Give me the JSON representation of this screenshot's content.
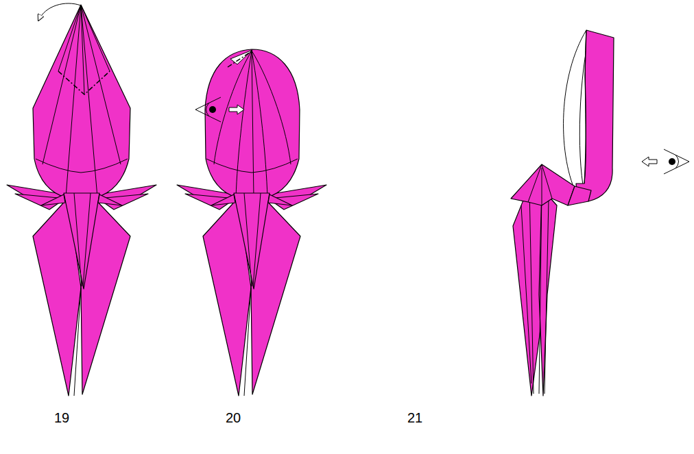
{
  "diagram": {
    "labels": [
      "19",
      "20",
      "21"
    ]
  }
}
